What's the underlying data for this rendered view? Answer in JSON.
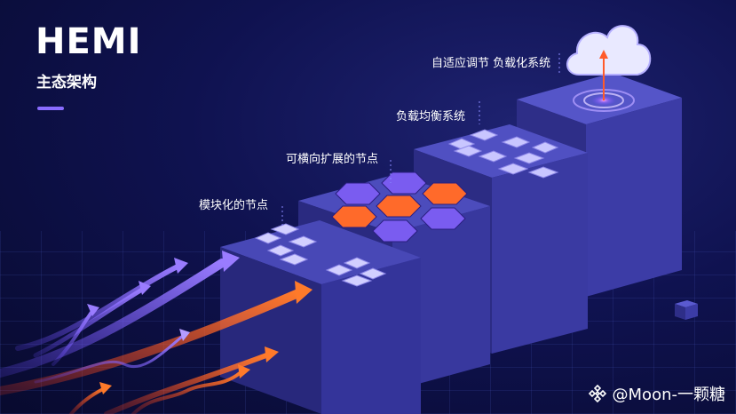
{
  "header": {
    "title": "HEMI",
    "subtitle": "主态架构"
  },
  "steps": [
    {
      "label": "模块化的节点"
    },
    {
      "label": "可横向扩展的节点"
    },
    {
      "label": "负载均衡系统"
    },
    {
      "label": "自适应调节 负载化系统"
    }
  ],
  "colors": {
    "background": "#0b0d3a",
    "accent_purple": "#8a6cff",
    "accent_orange": "#ff6a2a",
    "block_side": "#3a3a9a",
    "block_top": "#4b4bb8"
  },
  "icons": {
    "cloud": "cloud-icon",
    "watermark_logo": "binance-logo-icon"
  },
  "watermark": {
    "text": "@Moon-一颗糖"
  }
}
